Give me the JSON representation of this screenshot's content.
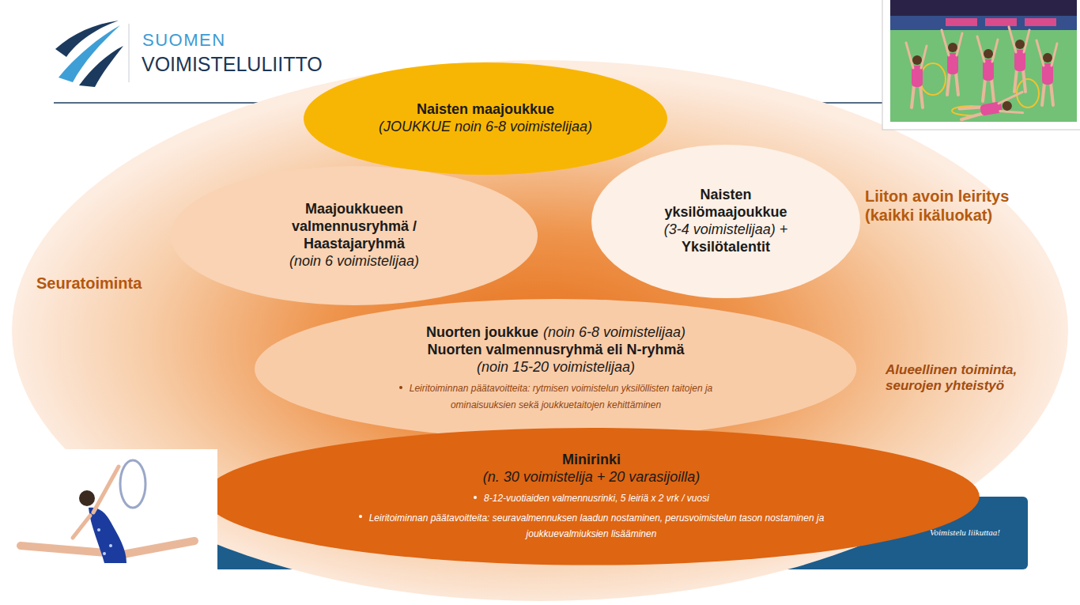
{
  "diagram": {
    "nodes": [
      {
        "text": [
          "Seuratoiminta",
          "Liiton avoin leiritys (kaikki ikäluokat)",
          "Alueellinen toiminta, seurojen yhteistyö"
        ]
      },
      {
        "text": [
          "Naisten maajoukkue",
          "(JOUKKUE noin 6-8 voimistelijaa)"
        ],
        "in": 0
      },
      {
        "text": [
          "Maajoukkueen valmennusryhmä / Haastajaryhmä",
          "(noin 6 voimistelijaa)"
        ],
        "in": 0
      },
      {
        "text": [
          "Naisten yksilömaajoukkue",
          "(3-4 voimistelijaa) +",
          "Yksilötalentit"
        ],
        "in": 0
      },
      {
        "text": [
          "Nuorten joukkue",
          "(noin 6-8 voimistelijaa)",
          "Nuorten valmennusryhmä eli N-ryhmä",
          "(noin 15-20 voimistelijaa)",
          "Leiritoiminnan päätavoitteita: rytmisen voimistelun yksilöllisten taitojen ja ominaisuuksien sekä joukkuetaitojen kehittäminen"
        ],
        "in": 0
      },
      {
        "text": [
          "Minirinki",
          "(n. 30 voimistelija + 20 varasijoilla)",
          "8-12-vuotiaiden valmennusrinki, 5 leiriä x 2 vrk / vuosi",
          "Leiritoiminnan päätavoitteita: seuravalmennuksen laadun nostaminen, perusvoimistelun tason nostaminen ja joukkuevalmiuksien lisääminen"
        ],
        "in": 0
      }
    ],
    "labels": [
      "SUOMEN",
      "VOIMISTELULIITTO",
      "Voimistelu liikuttaa!"
    ]
  }
}
